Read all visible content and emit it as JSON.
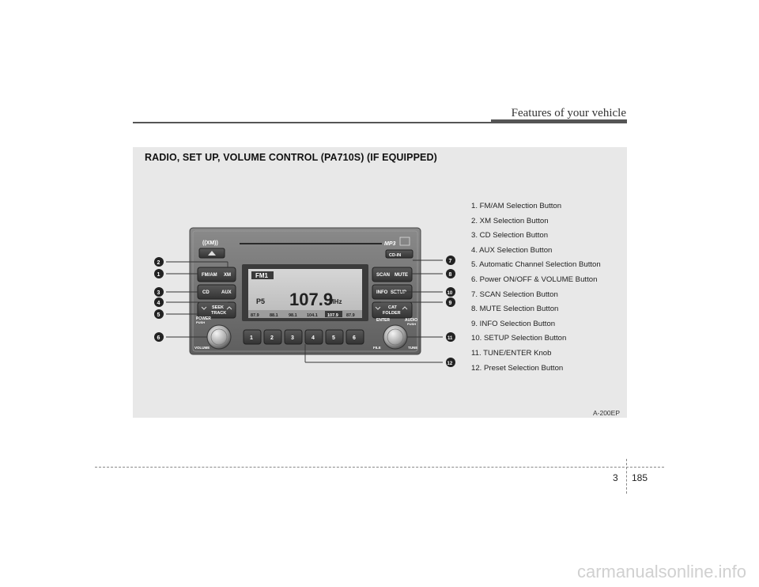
{
  "header": {
    "title": "Features of your vehicle"
  },
  "section": {
    "title": "RADIO, SET UP, VOLUME CONTROL (PA710S) (IF EQUIPPED)"
  },
  "legend": {
    "items": [
      "1. FM/AM Selection Button",
      "2. XM Selection Button",
      "3. CD Selection Button",
      "4. AUX Selection Button",
      "5. Automatic Channel Selection Button",
      "6. Power ON/OFF & VOLUME Button",
      "7. SCAN Selection Button",
      "8. MUTE Selection Button",
      "9. INFO Selection Button",
      "10. SETUP Selection Button",
      "11. TUNE/ENTER Knob",
      "12. Preset Selection Button"
    ]
  },
  "figure": {
    "code": "A-200EP",
    "radio": {
      "xm_logo": "((XM))",
      "mp3_label": "MP3",
      "cd_in_label": "CD-IN",
      "band": "FM1",
      "preset_label": "P5",
      "frequency": "107.9",
      "unit": "MHz",
      "presets_display": [
        "87.9",
        "88.1",
        "98.1",
        "104.1",
        "107.9",
        "87.9"
      ],
      "buttons": {
        "fm_am": "FM/AM",
        "xm": "XM",
        "cd": "CD",
        "aux": "AUX",
        "seek": "SEEK",
        "track": "TRACK",
        "scan": "SCAN",
        "mute": "MUTE",
        "info": "INFO",
        "setup": "SETUP",
        "cat": "CAT",
        "folder": "FOLDER",
        "power": "POWER",
        "push_left": "PUSH",
        "volume": "VOLUME",
        "enter": "ENTER",
        "audio": "AUDIO",
        "push_right": "PUSH",
        "file": "FILE",
        "tune": "TUNE"
      },
      "preset_buttons": [
        "1",
        "2",
        "3",
        "4",
        "5",
        "6"
      ],
      "callouts": [
        "2",
        "1",
        "3",
        "4",
        "5",
        "6",
        "7",
        "8",
        "10",
        "9",
        "11",
        "12"
      ]
    }
  },
  "footer": {
    "chapter": "3",
    "page": "185"
  },
  "watermark": "carmanualsonline.info"
}
